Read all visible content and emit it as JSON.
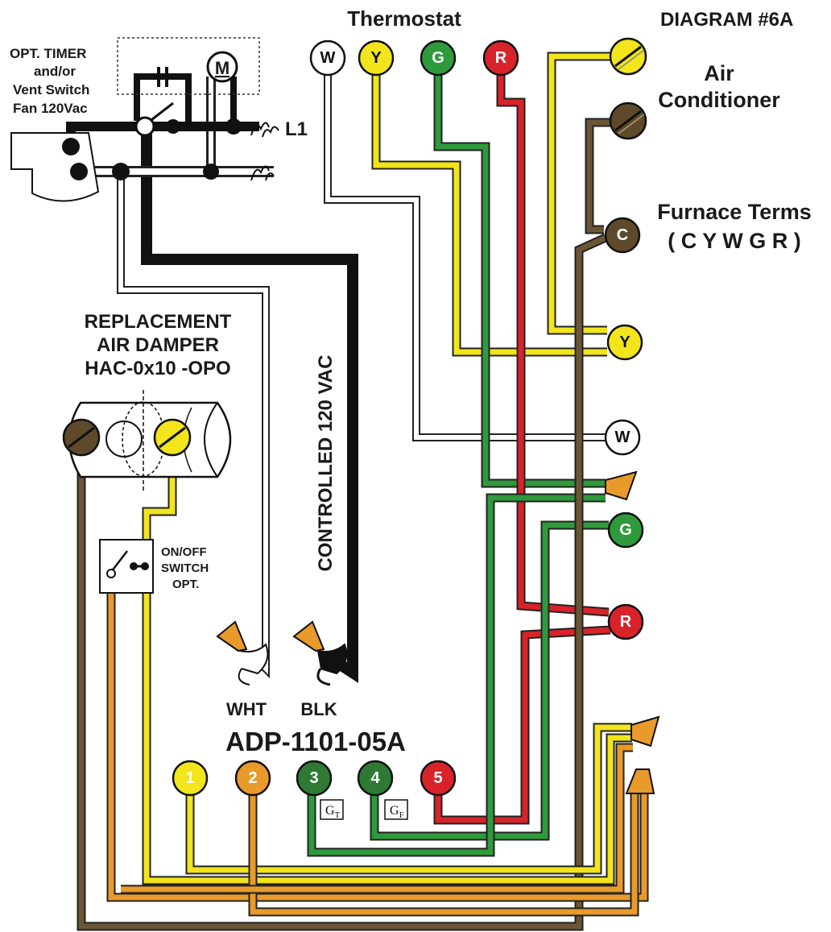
{
  "header": {
    "diagram_id": "DIAGRAM #6A",
    "thermostat_title": "Thermostat"
  },
  "timer": {
    "line1": "OPT. TIMER",
    "line2": "and/or",
    "line3": "Vent Switch",
    "line4": "Fan 120Vac",
    "motor_label": "M",
    "line_label": "L1"
  },
  "thermostat": {
    "terminals": [
      "W",
      "Y",
      "G",
      "R"
    ]
  },
  "air_conditioner": {
    "line1": "Air",
    "line2": "Conditioner"
  },
  "furnace": {
    "line1": "Furnace Terms",
    "line2": "( C Y W G R )",
    "terminals": [
      "C",
      "Y",
      "W",
      "G",
      "R"
    ]
  },
  "damper": {
    "line1": "REPLACEMENT",
    "line2": "AIR DAMPER",
    "line3": "HAC-0x10 -OPO"
  },
  "switch": {
    "line1": "ON/OFF",
    "line2": "SWITCH",
    "line3": "OPT."
  },
  "controlled_label": "CONTROLLED 120 VAC",
  "leads": {
    "white": "WHT",
    "black": "BLK"
  },
  "module": {
    "title": "ADP-1101-05A",
    "terminals": [
      "1",
      "2",
      "3",
      "4",
      "5"
    ],
    "tag_gt": "G",
    "tag_gt_sub": "T",
    "tag_gf": "G",
    "tag_gf_sub": "F"
  },
  "colors": {
    "yellow": "#f2e51b",
    "orange": "#e89a2a",
    "green": "#2e9a3c",
    "red": "#d8232a",
    "brown": "#5e4a2a",
    "black": "#111111",
    "white": "#ffffff"
  }
}
